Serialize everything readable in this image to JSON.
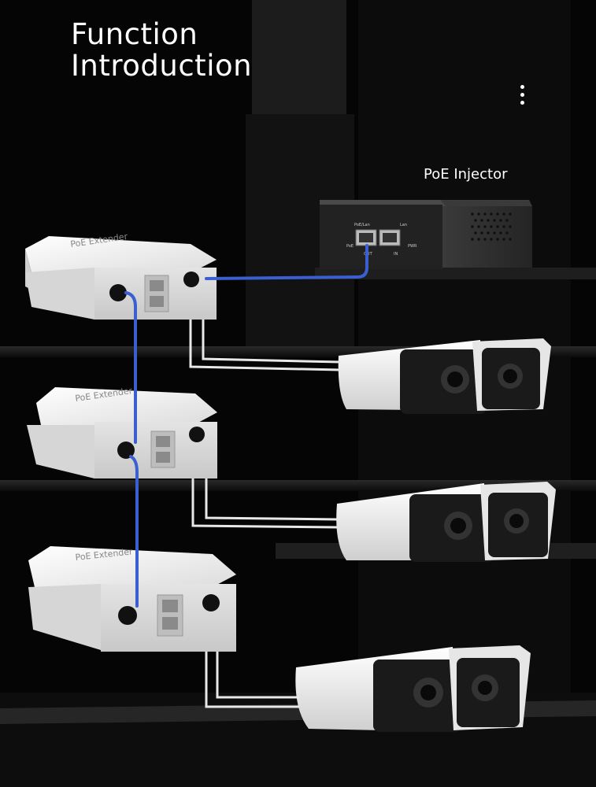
{
  "title": {
    "line1": "Function",
    "line2": "Introduction"
  },
  "injector": {
    "label": "PoE Injector",
    "port_labels": [
      "PoE/Lan",
      "Lan",
      "PoE",
      "PWR",
      "OUT",
      "IN"
    ]
  },
  "extenders": [
    {
      "label": "PoE Extender"
    },
    {
      "label": "PoE Extender"
    },
    {
      "label": "PoE Extender"
    }
  ],
  "colors": {
    "background": "#050505",
    "blue_cable": "#3a5fd0",
    "white_cable": "#e8e8e8",
    "device_body": "#eeeeee",
    "injector_body": "#2b2b2b"
  },
  "icons": {
    "menu": "more-vertical-icon"
  }
}
